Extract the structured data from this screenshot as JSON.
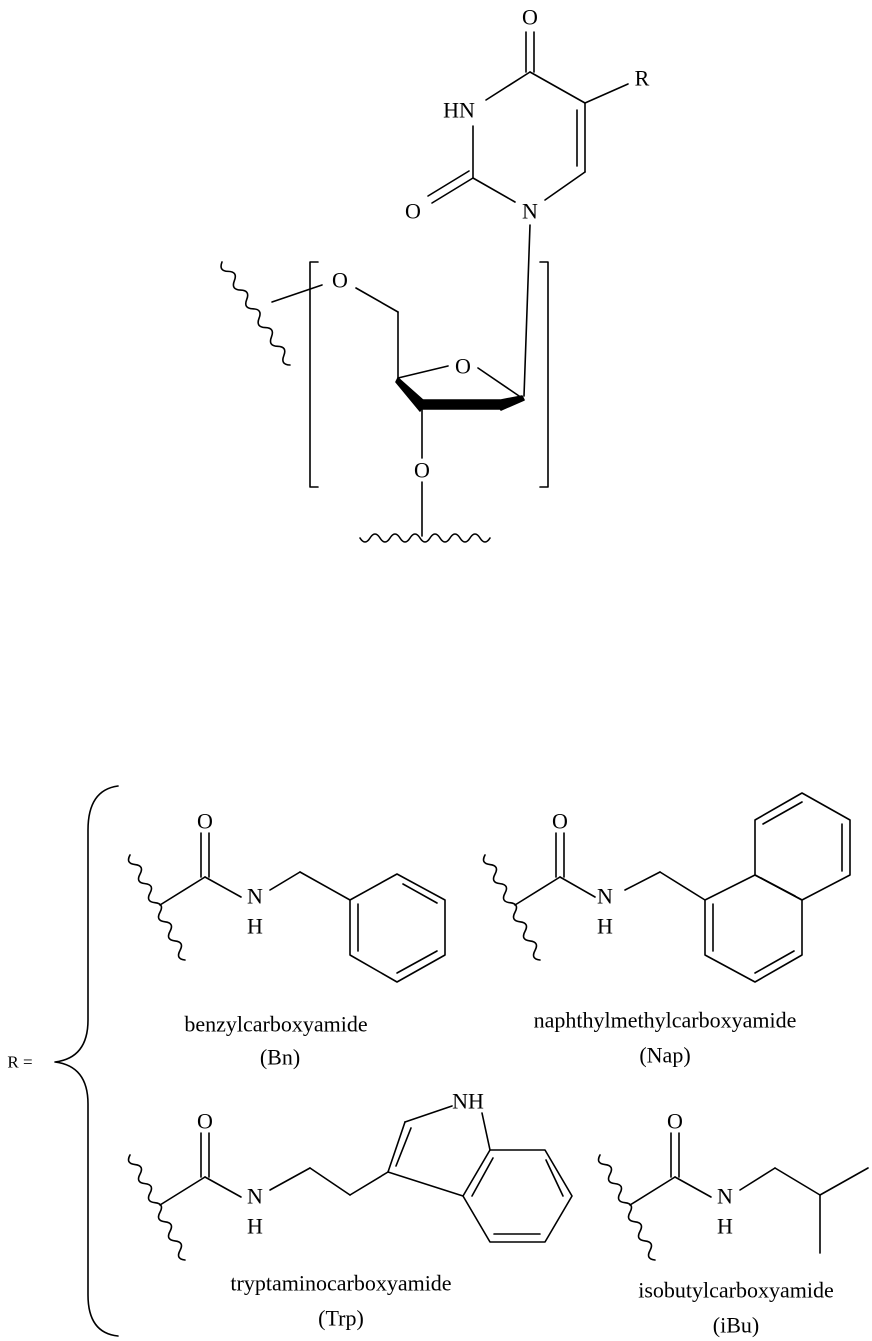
{
  "core": {
    "o_c4": "O",
    "hn": "HN",
    "r": "R",
    "o_c2": "O",
    "n1": "N",
    "o5": "O",
    "o4": "O",
    "o3": "O"
  },
  "r_equals": "R =",
  "substituents": [
    {
      "o": "O",
      "n": "N",
      "h": "H",
      "name": "benzylcarboxyamide",
      "abbr": "(Bn)"
    },
    {
      "o": "O",
      "n": "N",
      "h": "H",
      "name": "naphthylmethylcarboxyamide",
      "abbr": "(Nap)"
    },
    {
      "o": "O",
      "n": "N",
      "h": "H",
      "nh": "NH",
      "name": "tryptaminocarboxyamide",
      "abbr": "(Trp)"
    },
    {
      "o": "O",
      "n": "N",
      "h": "H",
      "name": "isobutylcarboxyamide",
      "abbr": "(iBu)"
    }
  ]
}
